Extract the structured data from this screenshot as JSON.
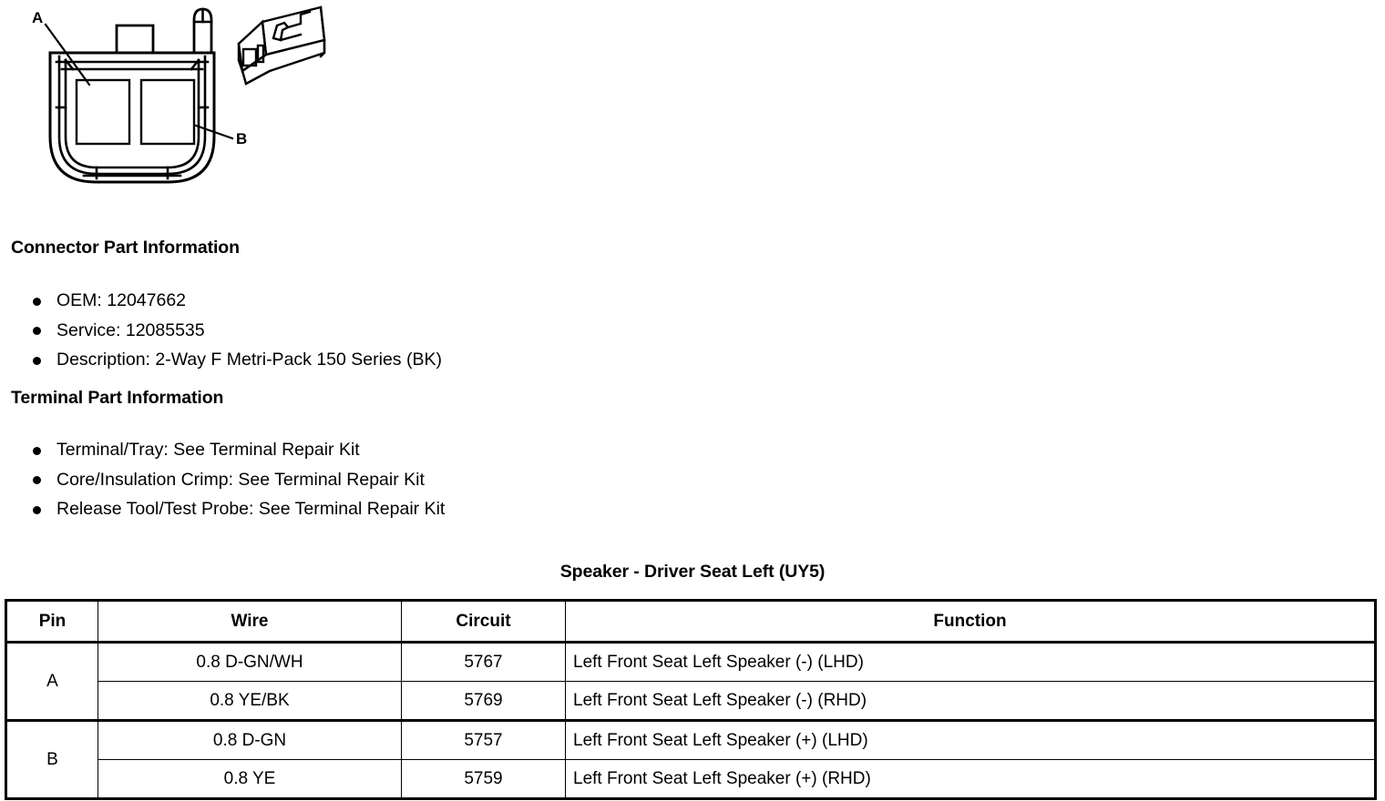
{
  "figure": {
    "name": "2-way connector face view and 3D body view",
    "callouts": [
      {
        "label": "A",
        "cavity": "left"
      },
      {
        "label": "B",
        "cavity": "right"
      }
    ]
  },
  "connector_part_information": {
    "heading": "Connector Part Information",
    "items": [
      "OEM: 12047662",
      "Service: 12085535",
      "Description: 2-Way F Metri-Pack 150 Series (BK)"
    ]
  },
  "terminal_part_information": {
    "heading": "Terminal Part Information",
    "items": [
      "Terminal/Tray: See Terminal Repair Kit",
      "Core/Insulation Crimp: See Terminal Repair Kit",
      "Release Tool/Test Probe: See Terminal Repair Kit"
    ]
  },
  "pinout": {
    "title": "Speaker - Driver Seat Left (UY5)",
    "columns": [
      "Pin",
      "Wire",
      "Circuit",
      "Function"
    ],
    "groups": [
      {
        "pin": "A",
        "rows": [
          {
            "wire": "0.8 D-GN/WH",
            "circuit": "5767",
            "function": "Left Front Seat Left Speaker (-) (LHD)"
          },
          {
            "wire": "0.8 YE/BK",
            "circuit": "5769",
            "function": "Left Front Seat Left Speaker (-) (RHD)"
          }
        ]
      },
      {
        "pin": "B",
        "rows": [
          {
            "wire": "0.8 D-GN",
            "circuit": "5757",
            "function": "Left Front Seat Left Speaker (+) (LHD)"
          },
          {
            "wire": "0.8 YE",
            "circuit": "5759",
            "function": "Left Front Seat Left Speaker (+) (RHD)"
          }
        ]
      }
    ]
  },
  "colors": {
    "ink": "#000000",
    "paper": "#ffffff"
  }
}
